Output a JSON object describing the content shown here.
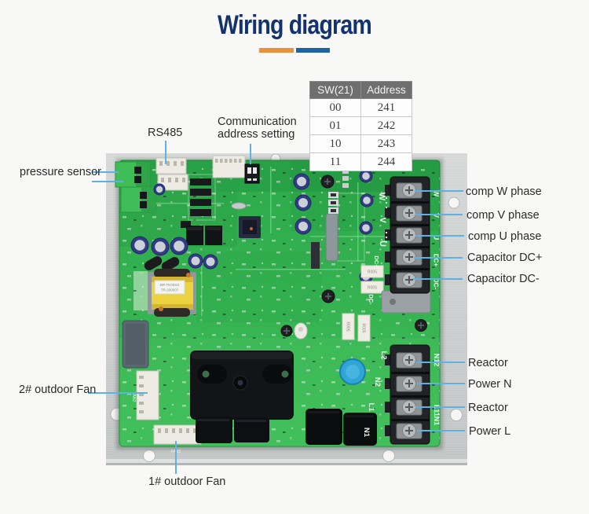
{
  "title": {
    "text": "Wiring diagram"
  },
  "colors": {
    "title": "#14336e",
    "underline_orange": "#e8913c",
    "underline_blue": "#1e63a4",
    "leader_line": "#5fb0e3",
    "pcb_green": "#2fae4e",
    "plate_gray": "#c9cccc",
    "table_header_bg": "#6f6f6f"
  },
  "address_table": {
    "headers": [
      "SW(21)",
      "Address"
    ],
    "rows": [
      [
        "00",
        "241"
      ],
      [
        "01",
        "242"
      ],
      [
        "10",
        "243"
      ],
      [
        "11",
        "244"
      ]
    ]
  },
  "callouts": {
    "pressure_sensor": "pressure sensor",
    "rs485": "RS485",
    "comm_address_line1": "Communication",
    "comm_address_line2": "address setting",
    "comp_w": "comp W phase",
    "comp_v": "comp V phase",
    "comp_u": "comp U phase",
    "capacitor_dc_plus": "Capacitor DC+",
    "capacitor_dc_minus": "Capacitor DC-",
    "reactor_top": "Reactor",
    "power_n": "Power N",
    "reactor_bottom": "Reactor",
    "power_l": "Power L",
    "fan2": "2# outdoor Fan",
    "fan1": "1# outdoor Fan"
  },
  "silkscreen": {
    "w": "W",
    "v": "V",
    "u": "U",
    "dc_plus": "DC+",
    "dc_minus": "DC-",
    "l2": "L2",
    "n2": "N2",
    "l1": "L1",
    "n1": "N1",
    "edge_top": "N12",
    "edge_bottom": "L11N1",
    "r005": "R005",
    "fan2": "FAN2",
    "fan1": "FAN1",
    "transformer_line1": "BR-TK00XX",
    "transformer_line2": "TR-200607"
  }
}
